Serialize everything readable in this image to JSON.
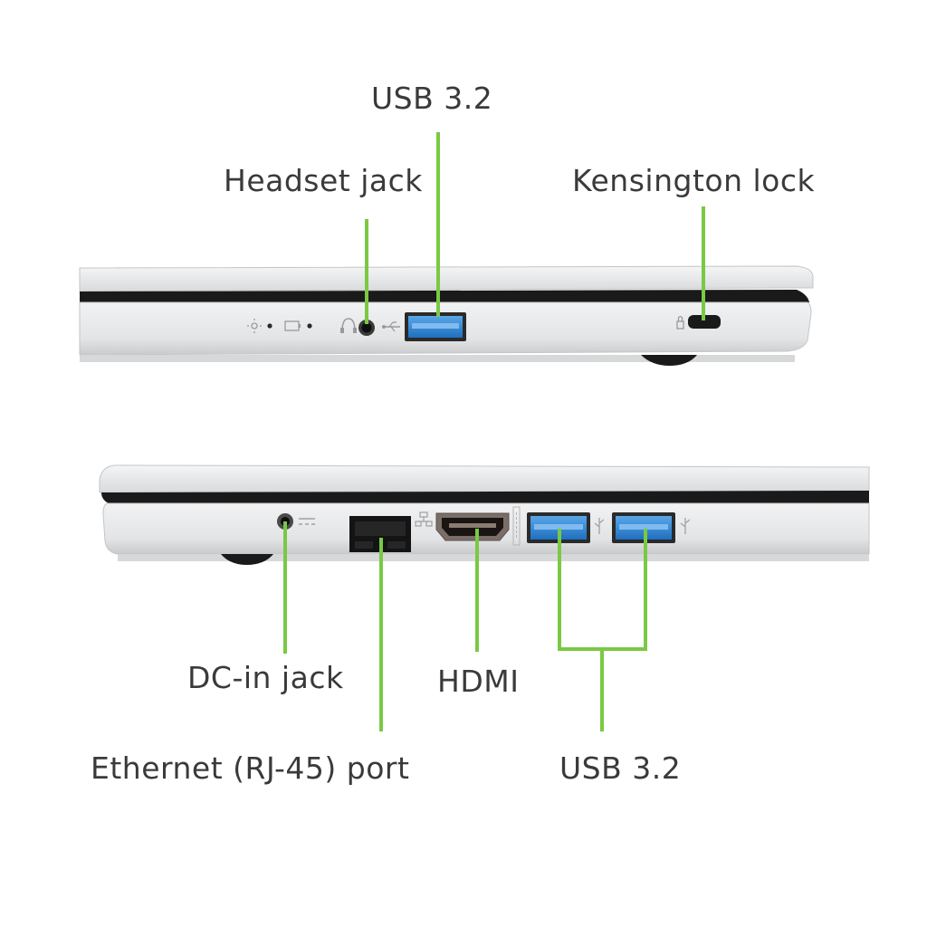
{
  "labels": {
    "usb_top": "USB 3.2",
    "headset": "Headset jack",
    "kensington": "Kensington lock",
    "dc_in": "DC-in jack",
    "hdmi": "HDMI",
    "ethernet": "Ethernet (RJ-45) port",
    "usb_bottom": "USB 3.2"
  },
  "colors": {
    "callout_green": "#7ac943",
    "chassis_silver": "#e6e7e9",
    "usb_blue": "#2f86d4",
    "port_dark": "#1c1c1c"
  }
}
